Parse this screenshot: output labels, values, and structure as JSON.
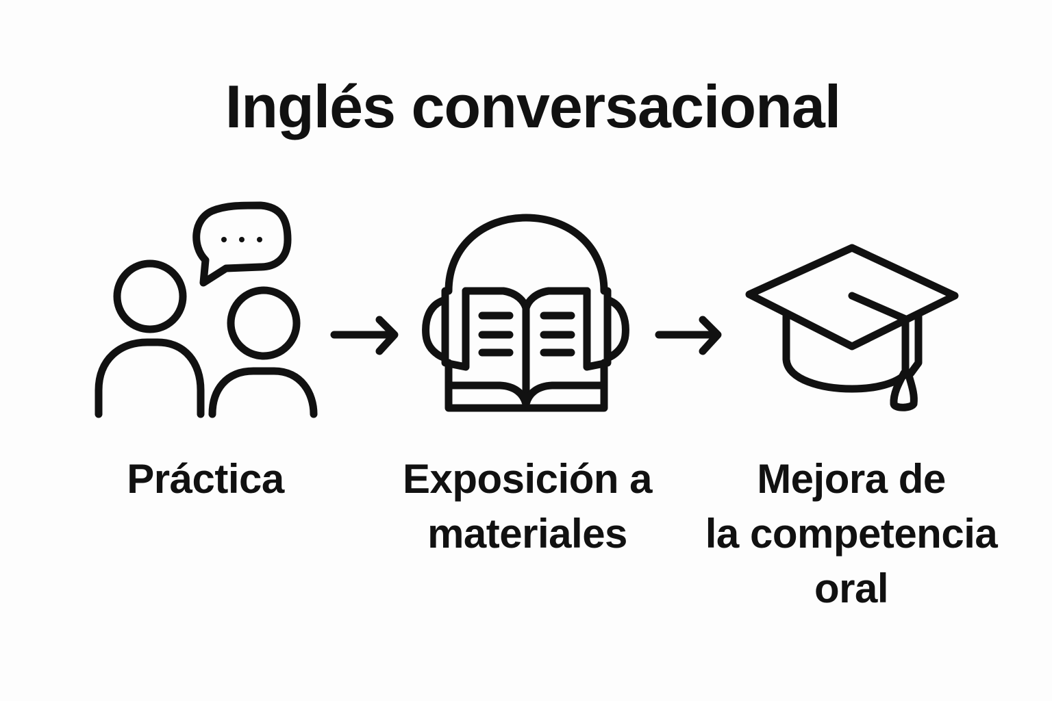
{
  "title": "Inglés conversacional",
  "steps": [
    {
      "icon": "people-conversation-icon",
      "lines": [
        "Práctica"
      ]
    },
    {
      "icon": "book-headphones-icon",
      "lines": [
        "Exposición a",
        "materiales"
      ]
    },
    {
      "icon": "graduation-cap-icon",
      "lines": [
        "Mejora de",
        "la competencia",
        "oral"
      ]
    }
  ],
  "connectors": [
    "arrow-right-icon",
    "arrow-right-icon"
  ],
  "colors": {
    "stroke": "#111111",
    "background": "#fdfdfd"
  }
}
